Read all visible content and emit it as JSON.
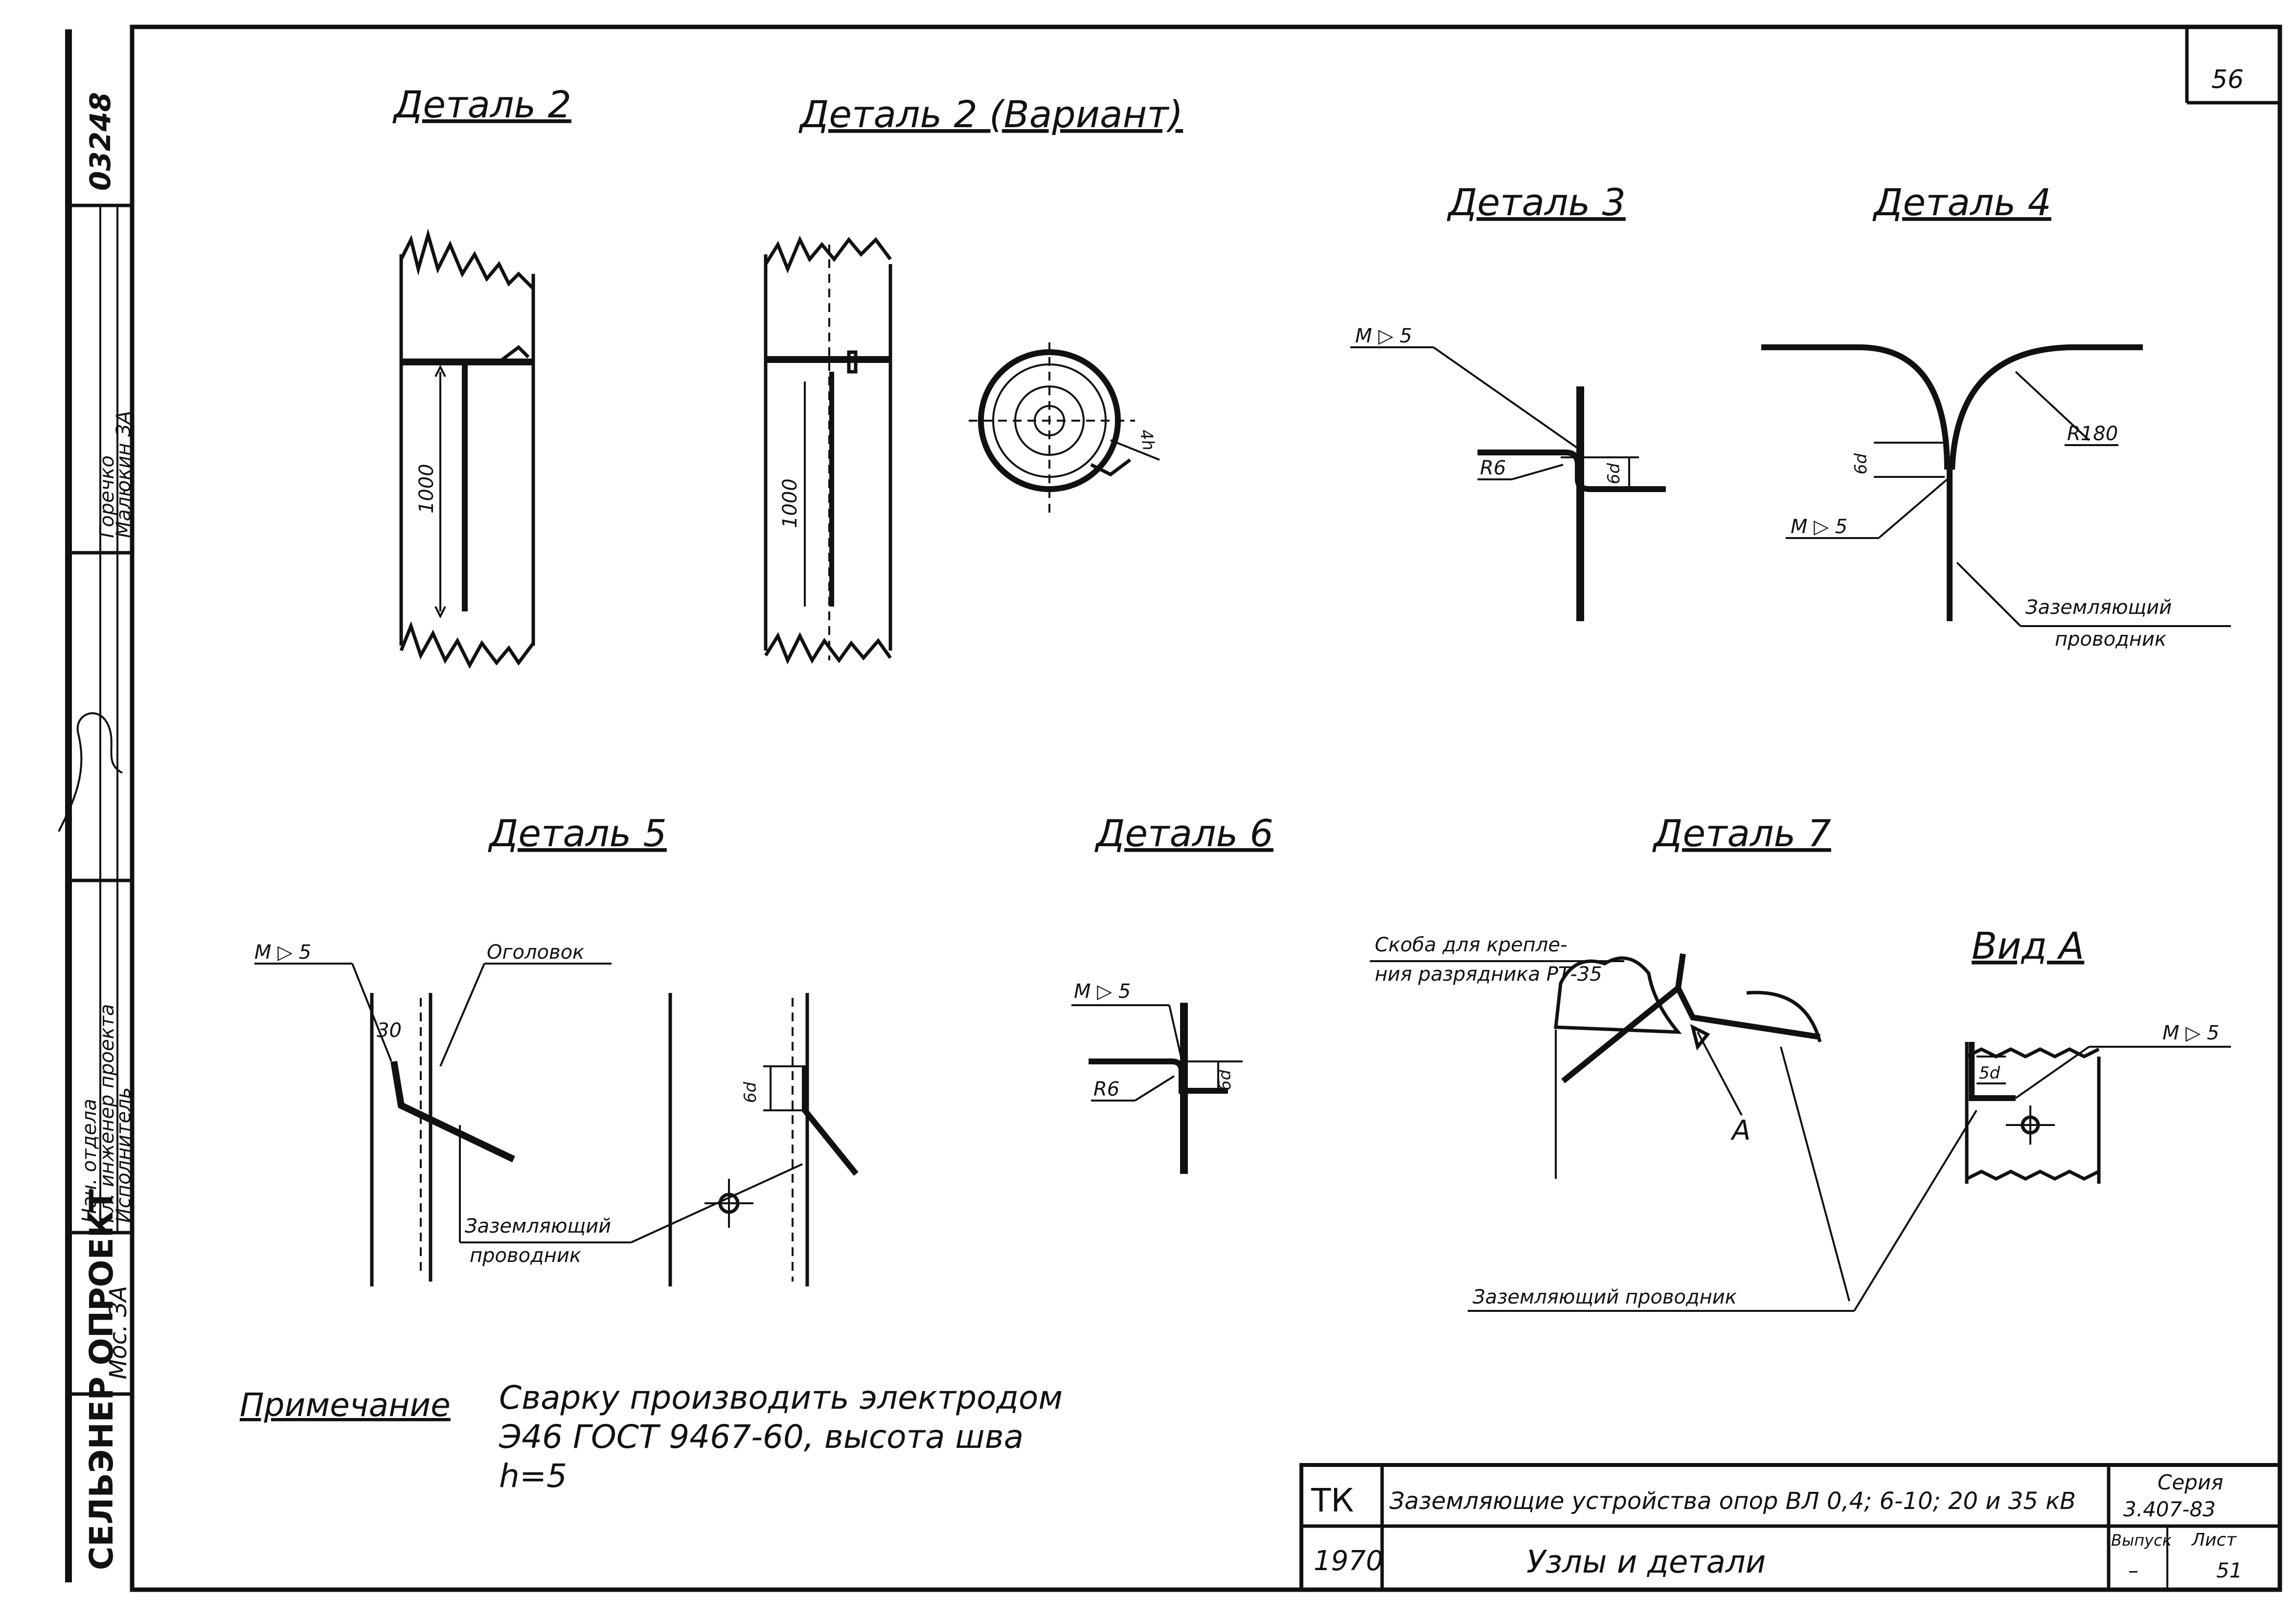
{
  "sheet": {
    "sheet_number": "56",
    "archive_number": "03248"
  },
  "side_stamp": {
    "org": "СЕЛЬЭНЕР ОПРОЕКТ",
    "branch": "Мос. ЗА",
    "roles": [
      "Нач. отдела",
      "Гл. инженер проекта",
      "Исполнитель"
    ],
    "names": [
      "Горечко",
      "Малюкин ЗА"
    ]
  },
  "details": {
    "d2": {
      "title": "Деталь 2",
      "dim": "1000"
    },
    "d2v": {
      "title": "Деталь 2 (Вариант)",
      "dim": "1000",
      "weld": "4h"
    },
    "d3": {
      "title": "Деталь 3",
      "weld": "М ▷ 5",
      "radius": "R6",
      "dim": "6d"
    },
    "d4": {
      "title": "Деталь 4",
      "radius": "R180",
      "dim": "6d",
      "weld": "М ▷ 5",
      "conductor": [
        "Заземляющий",
        "проводник"
      ]
    },
    "d5": {
      "title": "Деталь 5",
      "weld": "М ▷ 5",
      "dim30": "30",
      "head": "Оголовок",
      "dim": "6d",
      "conductor": [
        "Заземляющий",
        "проводник"
      ]
    },
    "d6": {
      "title": "Деталь 6",
      "weld": "М ▷ 5",
      "radius": "R6",
      "dim": "6d"
    },
    "d7": {
      "title": "Деталь 7",
      "bracket": [
        "Скоба для крепле-",
        "ния разрядника РТ-35"
      ],
      "arrow": "А",
      "view": "Вид А",
      "weld": "М ▷ 5",
      "dim": "5d",
      "conductor": "Заземляющий проводник"
    }
  },
  "note": {
    "label": "Примечание",
    "lines": [
      "Сварку производить электродом",
      "Э46 ГОСТ 9467-60, высота шва",
      "h=5"
    ]
  },
  "title_block": {
    "code": "ТК",
    "year": "1970",
    "title": "Заземляющие устройства опор ВЛ 0,4; 6-10; 20 и 35 кВ",
    "subtitle": "Узлы и детали",
    "series_label": "Серия",
    "series": "3.407-83",
    "issue_label": "Выпуск",
    "issue": "–",
    "sheet_label": "Лист",
    "sheet": "51"
  }
}
